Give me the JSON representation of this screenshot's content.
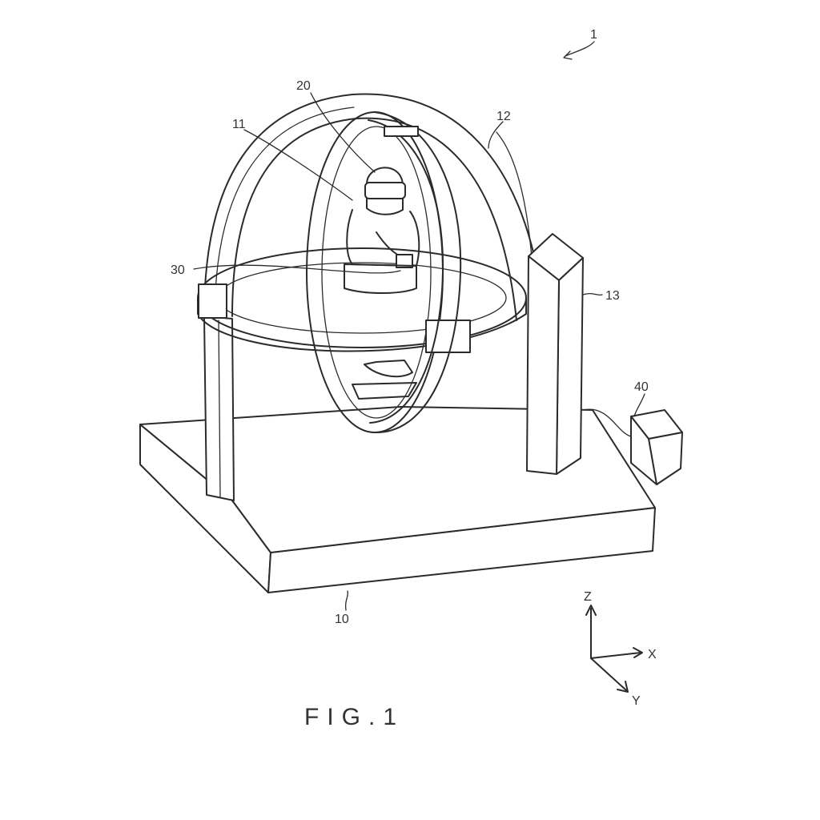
{
  "figure_label": "FIG.1",
  "reference_numerals": {
    "device": "1",
    "base": "10",
    "inner_ring": "11",
    "outer_arch": "12",
    "pillar": "13",
    "user": "20",
    "controller": "30",
    "control_unit": "40"
  },
  "axes": {
    "z": "Z",
    "x": "X",
    "y": "Y"
  },
  "colors": {
    "line": "#2b2b2b",
    "text": "#333333",
    "background": "#ffffff"
  }
}
